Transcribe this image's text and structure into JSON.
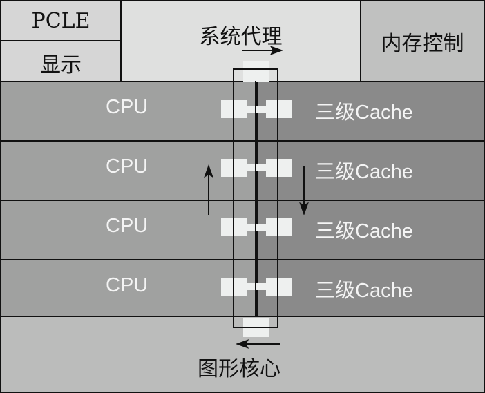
{
  "diagram": {
    "top": {
      "pcie_label": "PCLE",
      "display_label": "显示",
      "system_agent_label": "系统代理",
      "memory_controller_label": "内存控制"
    },
    "cores": [
      {
        "cpu_label": "CPU",
        "cache_label": "三级Cache"
      },
      {
        "cpu_label": "CPU",
        "cache_label": "三级Cache"
      },
      {
        "cpu_label": "CPU",
        "cache_label": "三级Cache"
      },
      {
        "cpu_label": "CPU",
        "cache_label": "三级Cache"
      }
    ],
    "bottom": {
      "graphics_label": "图形核心"
    },
    "arrows": {
      "system_agent": "right",
      "left_ring": "up",
      "right_ring": "down",
      "graphics": "left"
    },
    "colors": {
      "top_left": "#d6d6d6",
      "system_agent": "#dfe0df",
      "memory_controller": "#c0c1c0",
      "cpu": "#a0a1a0",
      "cache": "#8a8a8a",
      "graphics": "#bbbcbb",
      "connector": "#eef0ef"
    }
  }
}
